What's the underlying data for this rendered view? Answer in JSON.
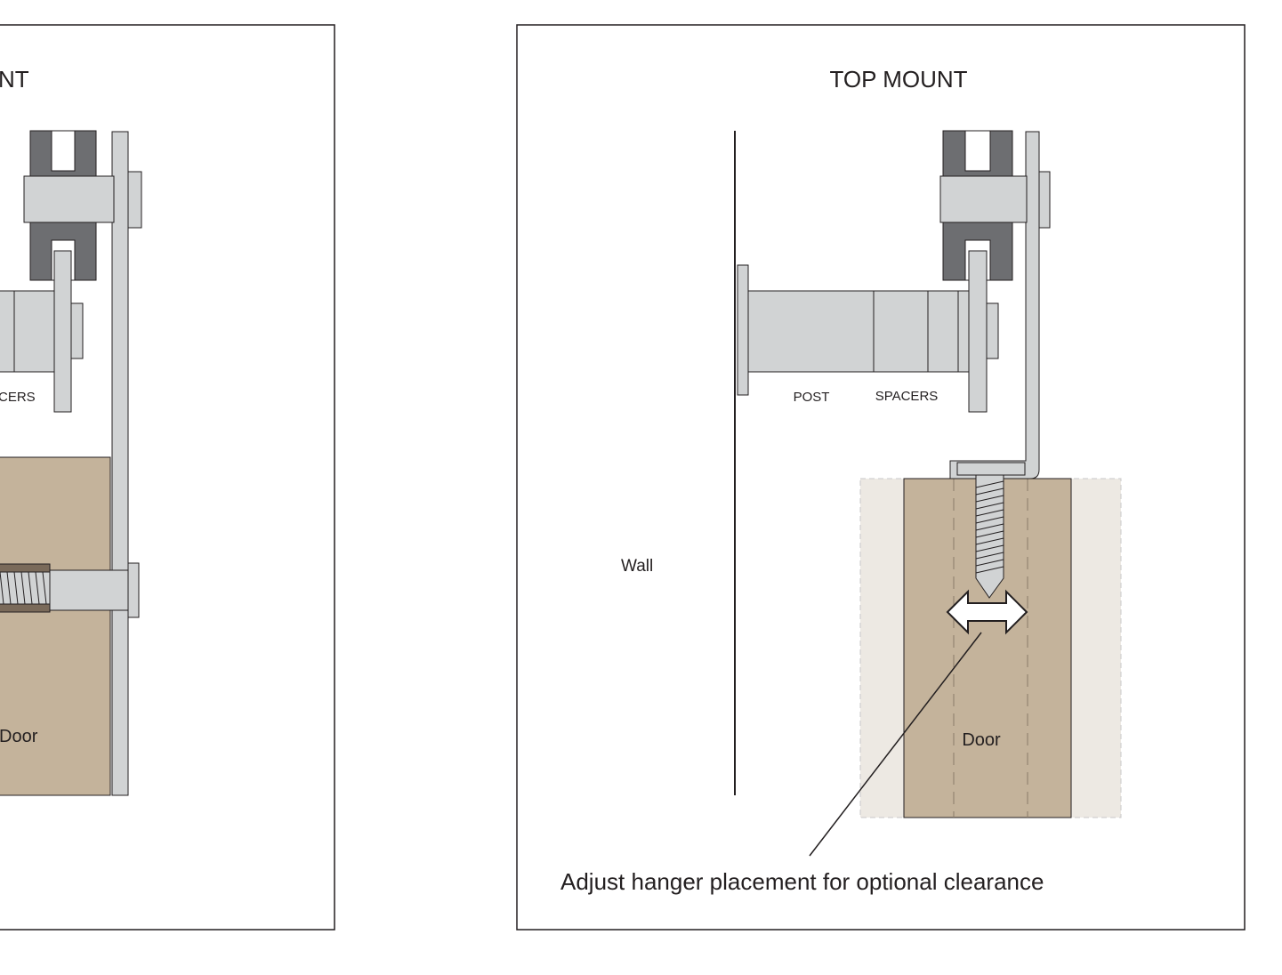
{
  "left_panel": {
    "title": "NT",
    "spacers_label": "CERS",
    "door_label": "Door"
  },
  "right_panel": {
    "title": "TOP MOUNT",
    "post_label": "POST",
    "spacers_label": "SPACERS",
    "wall_label": "Wall",
    "door_label": "Door",
    "note": "Adjust hanger placement for optional clearance"
  },
  "colors": {
    "wheel": "#6d6e71",
    "metal": "#d1d3d4",
    "door": "#c4b39b",
    "door_clearance": "#ede9e3",
    "outline": "#231f20",
    "bolt_channel": "#7a6a5a"
  }
}
